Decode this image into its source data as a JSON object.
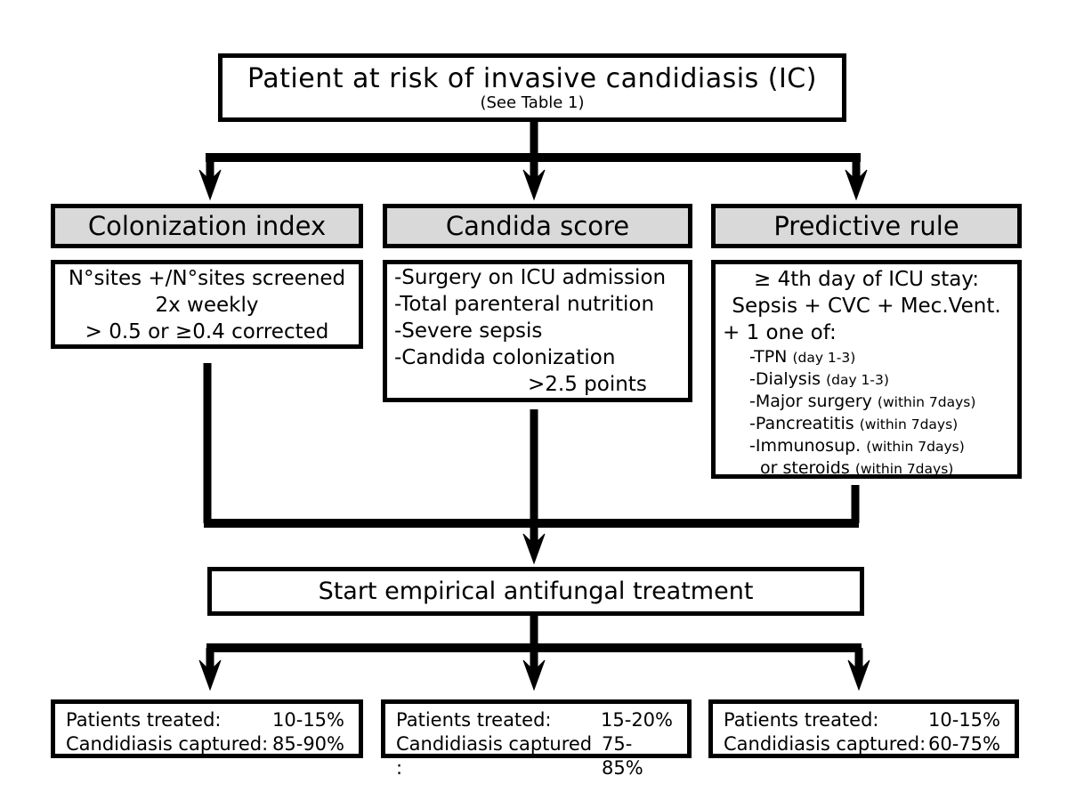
{
  "colors": {
    "background": "#ffffff",
    "border_color": "#000000",
    "header_fill": "#d9d9d9",
    "line_color": "#000000"
  },
  "root": {
    "title": "Patient at risk of invasive candidiasis (IC)",
    "subtitle": "(See Table 1)"
  },
  "branches": [
    {
      "header": "Colonization index",
      "criteria_lines": [
        "N°sites +/N°sites screened",
        "2x weekly",
        "> 0.5 or ≥0.4 corrected"
      ],
      "outcome": {
        "rows": [
          {
            "label": "Patients treated:",
            "value": "10-15%"
          },
          {
            "label": "Candidiasis captured:",
            "value": "85-90%"
          }
        ]
      }
    },
    {
      "header": "Candida score",
      "criteria_lines": [
        "-Surgery on ICU admission",
        "-Total parenteral nutrition",
        "-Severe sepsis",
        "-Candida colonization",
        ">2.5 points"
      ],
      "outcome": {
        "rows": [
          {
            "label": "Patients treated:",
            "value": "15-20%"
          },
          {
            "label": "Candidiasis captured :",
            "value": "75-85%"
          }
        ]
      }
    },
    {
      "header": "Predictive rule",
      "criteria_lines": [
        "≥ 4th day of ICU stay:",
        "Sepsis + CVC + Mec.Vent.",
        "+ 1 one of:"
      ],
      "sub_criteria": [
        {
          "text": "-TPN",
          "note": "(day 1-3)"
        },
        {
          "text": "-Dialysis",
          "note": "(day 1-3)"
        },
        {
          "text": "-Major surgery",
          "note": "(within 7days)"
        },
        {
          "text": "-Pancreatitis",
          "note": "(within 7days)"
        },
        {
          "text": "-Immunosup.",
          "note": "(within 7days)"
        },
        {
          "text": "or steroids",
          "note": "(within 7days)"
        }
      ],
      "outcome": {
        "rows": [
          {
            "label": "Patients treated:",
            "value": "10-15%"
          },
          {
            "label": "Candidiasis captured:",
            "value": "60-75%"
          }
        ]
      }
    }
  ],
  "treatment": {
    "label": "Start empirical antifungal treatment"
  }
}
